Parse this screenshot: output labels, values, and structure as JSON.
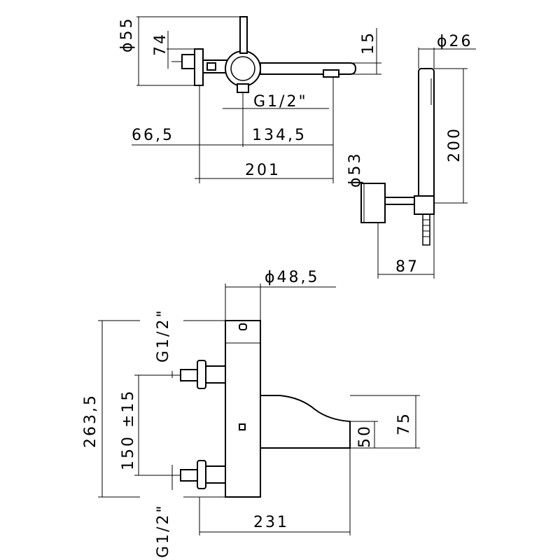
{
  "top_view": {
    "dia_inlet": "ϕ55",
    "height_74": "74",
    "height_15": "15",
    "thread": "G1/2\"",
    "len_665": "66,5",
    "len_1345": "134,5",
    "len_201": "201"
  },
  "hand_shower": {
    "dia_head": "ϕ26",
    "len_200": "200",
    "dia_bracket": "ϕ53",
    "len_87": "87"
  },
  "front_view": {
    "dia_body": "ϕ48,5",
    "thread_top": "G1/2\"",
    "thread_bottom": "G1/2\"",
    "height_2635": "263,5",
    "centers_150": "150 ±15",
    "height_75": "75",
    "height_50": "50",
    "len_231": "231"
  }
}
